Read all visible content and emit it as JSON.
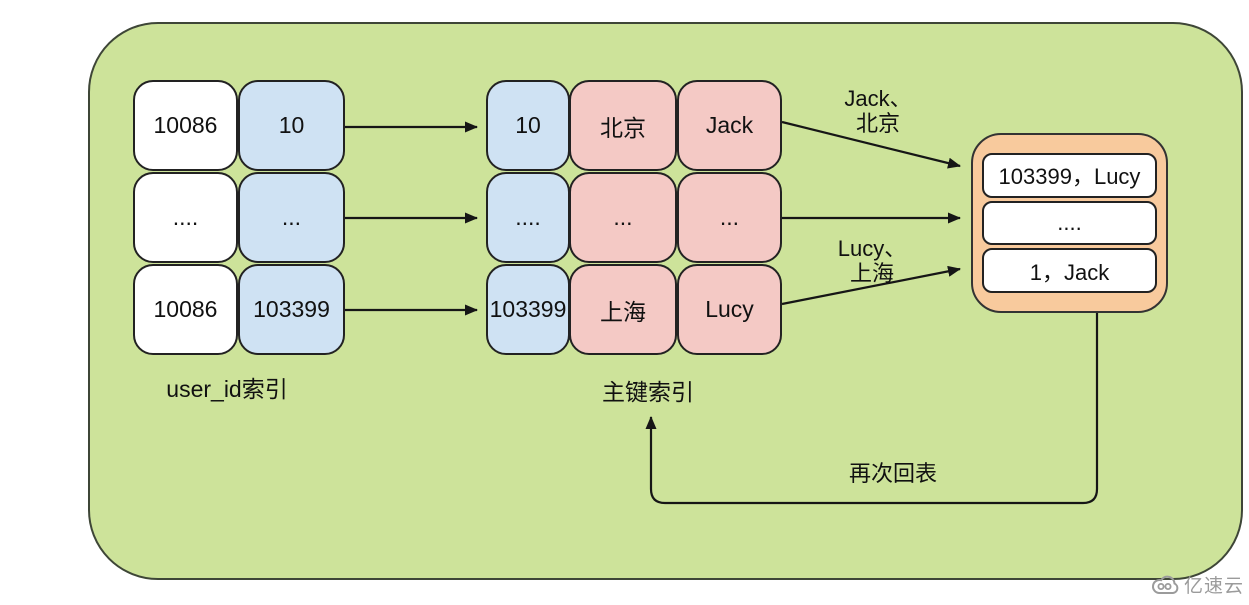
{
  "colors": {
    "panel_green": "#cde39a",
    "blue_box": "#cfe2f3",
    "pink_box": "#f4c9c5",
    "orange_box": "#f8ca9d",
    "white_box": "#ffffff",
    "arrow": "#161616"
  },
  "secondary_index": {
    "label": "user_id索引",
    "rows": [
      {
        "key": "10086",
        "pk": "10"
      },
      {
        "key": "....",
        "pk": "..."
      },
      {
        "key": "10086",
        "pk": "103399"
      }
    ]
  },
  "primary_index": {
    "label": "主键索引",
    "rows": [
      {
        "pk": "10",
        "city": "北京",
        "name": "Jack"
      },
      {
        "pk": "....",
        "city": "...",
        "name": "..."
      },
      {
        "pk": "103399",
        "city": "上海",
        "name": "Lucy"
      }
    ]
  },
  "result_box": {
    "rows": [
      "103399，Lucy",
      "....",
      "1，Jack"
    ]
  },
  "arrow_labels": {
    "top": {
      "line1": "Jack、",
      "line2": "北京"
    },
    "bottom": {
      "line1": "Lucy、",
      "line2": "上海"
    },
    "back_to_table": "再次回表"
  },
  "watermark": {
    "brand": "亿速云"
  }
}
